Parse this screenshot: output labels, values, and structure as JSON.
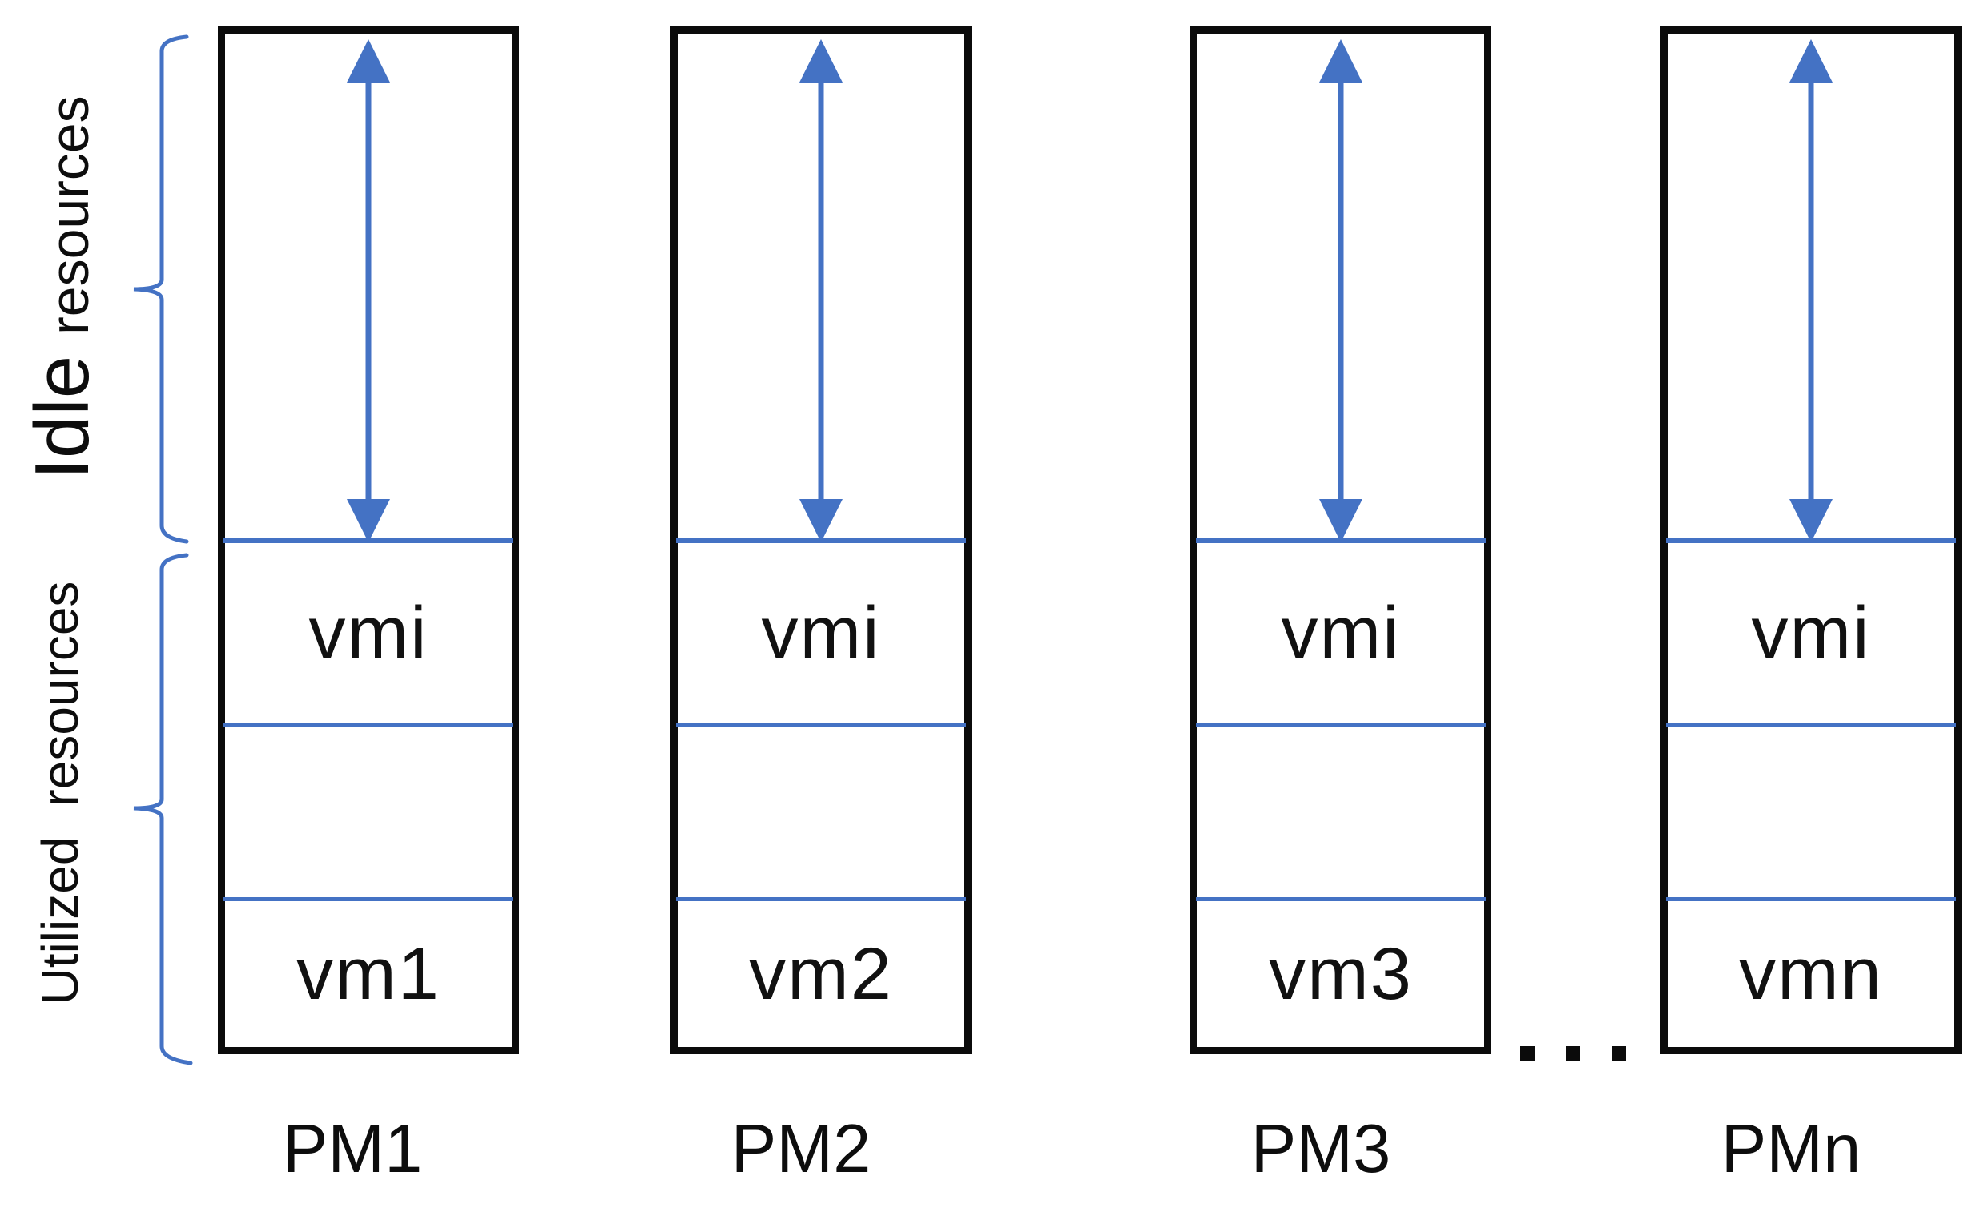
{
  "colors": {
    "accent": "#4472C4",
    "ink": "#0b0b0b",
    "background": "#ffffff"
  },
  "side_labels": {
    "idle_word": "Idle",
    "idle_suffix": "resources",
    "utilized_word": "Utilized",
    "utilized_suffix": "resources"
  },
  "machines": [
    {
      "name": "PM1",
      "top_vm": "vmi",
      "bottom_vm": "vm1"
    },
    {
      "name": "PM2",
      "top_vm": "vmi",
      "bottom_vm": "vm2"
    },
    {
      "name": "PM3",
      "top_vm": "vmi",
      "bottom_vm": "vm3"
    },
    {
      "name": "PMn",
      "top_vm": "vmi",
      "bottom_vm": "vmn"
    }
  ],
  "ellipsis": "..."
}
